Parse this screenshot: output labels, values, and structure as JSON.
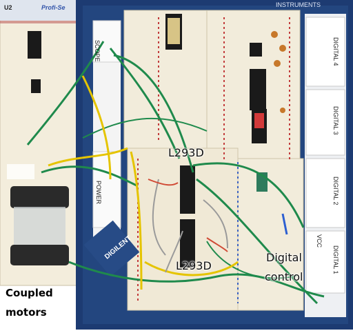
{
  "photo": {
    "board_top_left": "U2",
    "board_brand": "Profi-Se",
    "brand_top_right": "INSTRUMENTS",
    "panel_labels": [
      "DIGITAL 4",
      "DIGITAL 3",
      "DIGITAL 2",
      "DIGITAL 1"
    ],
    "left_panel_labels": [
      "SCOPE",
      "POWER",
      "VCC"
    ],
    "digilent_label": "DIGILENT",
    "chip_label_top": "L293D",
    "chip_label_bottom": "L293D",
    "digital_control_line1": "Digital",
    "digital_control_line2": "control",
    "coupled_line1": "Coupled",
    "coupled_line2": "motors"
  },
  "colors": {
    "board_blue": "#1d3b72",
    "breadboard": "#efe8d6",
    "wire_green": "#1f8a4c",
    "wire_yellow": "#e5c400",
    "wire_gray": "#9a9a9a",
    "chip_black": "#1a1a1a"
  }
}
